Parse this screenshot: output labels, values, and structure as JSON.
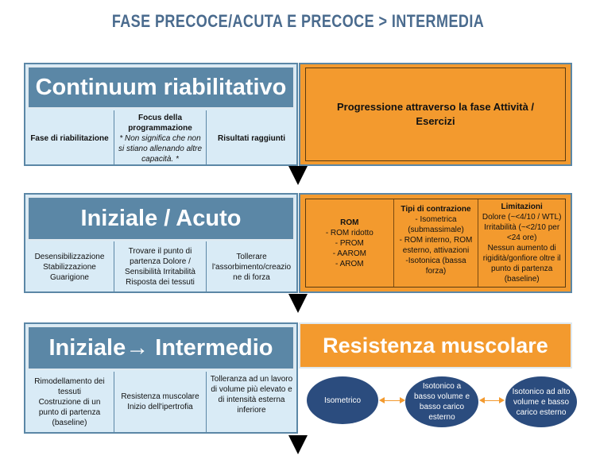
{
  "title": "FASE PRECOCE/ACUTA E PRECOCE > INTERMEDIA",
  "section1": {
    "header": "Continuum riabilitativo",
    "cells": [
      {
        "lines": [
          "Fase di riabilitazione"
        ]
      },
      {
        "bold": "Focus della programmazione",
        "lines": [
          "* Non significa che non si stiano allenando altre capacità. *"
        ]
      },
      {
        "lines": [
          "Risultati raggiunti"
        ]
      }
    ],
    "right": "Progressione attraverso la fase Attività / Esercizi"
  },
  "section2": {
    "header": "Iniziale / Acuto",
    "cells": [
      {
        "lines": [
          "Desensibilizzazione",
          "Stabilizzazione",
          "Guarigione"
        ]
      },
      {
        "lines": [
          "Trovare il punto di partenza Dolore / Sensibilità Irritabilità Risposta dei tessuti"
        ]
      },
      {
        "lines": [
          "Tollerare l'assorbimento/creazio ne di forza"
        ]
      }
    ],
    "right": [
      {
        "title": "ROM",
        "lines": [
          "- ROM ridotto",
          "- PROM",
          "- AAROM",
          "- AROM"
        ]
      },
      {
        "title": "Tipi di contrazione",
        "lines": [
          "- Isometrica (submassimale)",
          "- ROM interno, ROM esterno, attivazioni",
          "-Isotonica (bassa forza)"
        ]
      },
      {
        "title": "Limitazioni",
        "lines": [
          "Dolore (~<4/10 / WTL)",
          "Irritabilità (~<2/10 per <24 ore)",
          "Nessun aumento di rigidità/gonfiore oltre il punto di partenza (baseline)"
        ]
      }
    ]
  },
  "section3": {
    "header": "Iniziale→ Intermedio",
    "cells": [
      {
        "lines": [
          "Rimodellamento dei tessuti",
          "Costruzione di un punto di partenza (baseline)"
        ]
      },
      {
        "lines": [
          "Resistenza muscolare Inizio dell'ipertrofia"
        ]
      },
      {
        "lines": [
          "Tolleranza ad un lavoro di volume più elevato e di intensità esterna inferiore"
        ]
      }
    ],
    "right_header": "Resistenza muscolare",
    "nodes": [
      "Isometrico",
      "Isotonico a basso volume e basso carico esterno",
      "Isotonico ad alto volume e basso carico esterno"
    ]
  },
  "colors": {
    "steel_blue": "#5b87a6",
    "light_blue": "#d9ebf6",
    "orange": "#f39a2e",
    "navy": "#2b4c7e",
    "title": "#4a6b8e"
  }
}
